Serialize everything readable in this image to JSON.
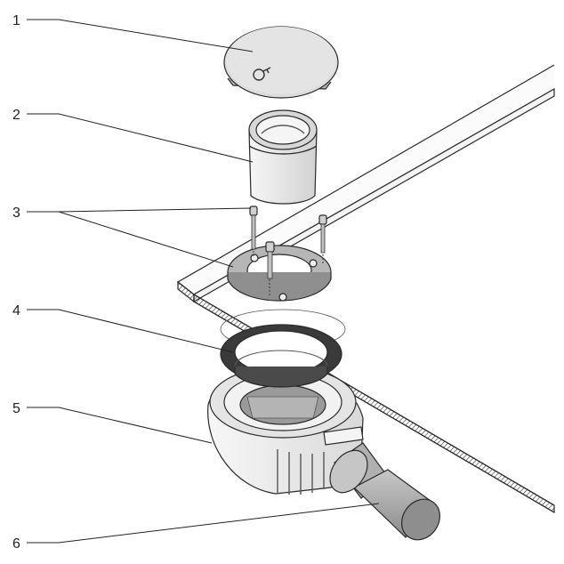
{
  "diagram": {
    "labels": [
      {
        "id": "1",
        "text": "1"
      },
      {
        "id": "2",
        "text": "2"
      },
      {
        "id": "3",
        "text": "3"
      },
      {
        "id": "4",
        "text": "4"
      },
      {
        "id": "5",
        "text": "5"
      },
      {
        "id": "6",
        "text": "6"
      }
    ],
    "colors": {
      "stroke": "#2a2a2a",
      "cover": "#dcdcdc",
      "metal": "#b9b9b9",
      "dark_metal": "#8a8a8a",
      "seal": "#3a3a3a",
      "body": "#eeeeee",
      "shadow": "#c4c4c4",
      "pipe": "#9e9e9e"
    }
  }
}
